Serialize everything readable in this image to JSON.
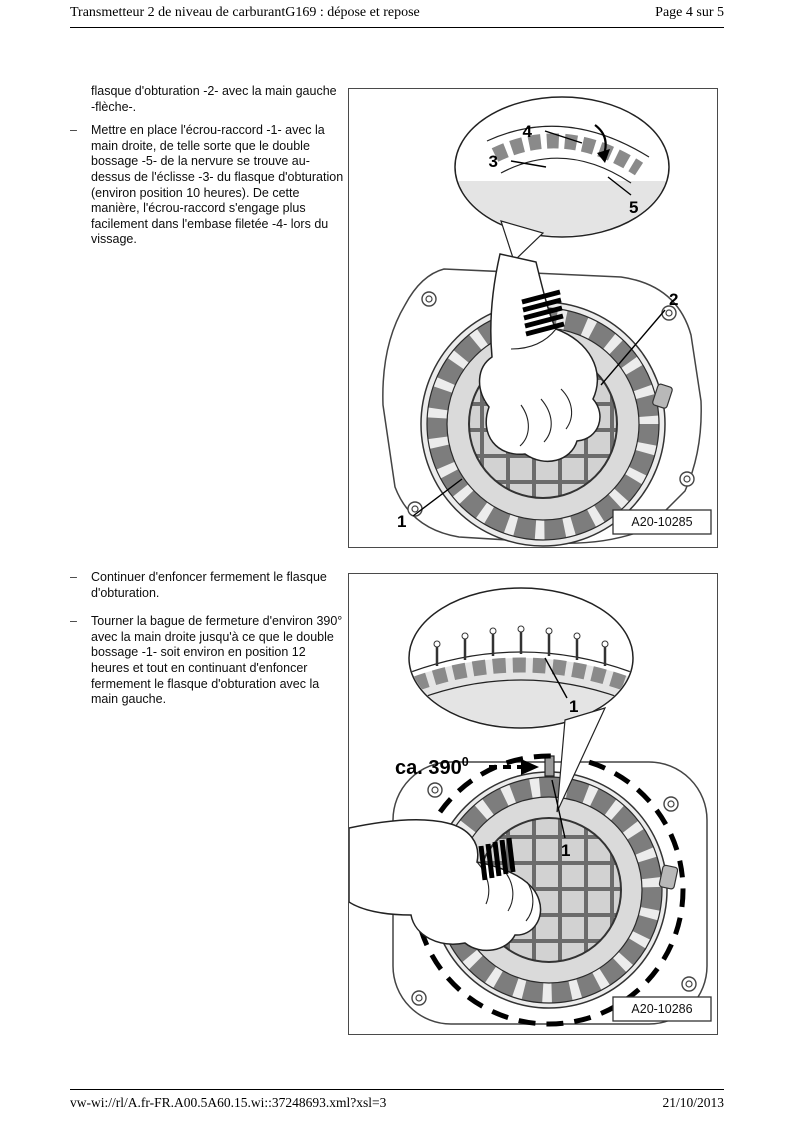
{
  "colors": {
    "ink": "#111111",
    "figure_shade": "#d8d8d8"
  },
  "header": {
    "title": "Transmetteur 2 de niveau de carburantG169 : dépose et repose",
    "page_indicator": "Page 4 sur 5"
  },
  "content": {
    "bullet": "–",
    "continuation_paragraph": "flasque d'obturation -2- avec la main gauche -flèche-.",
    "section1_items": [
      "Mettre en place l'écrou-raccord -1- avec la main droite, de telle sorte que le double bossage -5- de la nervure se trouve au-dessus de l'éclisse -3- du flasque d'obturation (environ position 10 heures). De cette manière, l'écrou-raccord s'engage plus facilement dans l'embase filetée -4- lors du vissage."
    ],
    "section2_items": [
      "Continuer d'enfoncer fermement le flasque d'obturation.",
      "Tourner la bague de fermeture d'environ 390° avec la main droite jusqu'à ce que le double bossage -1- soit environ en position 12 heures et tout en continuant d'enfoncer fermement le flasque d'obturation avec la main gauche."
    ]
  },
  "figure1": {
    "label": "A20-10285",
    "callouts": {
      "c1": "1",
      "c2": "2",
      "c3": "3",
      "c4": "4",
      "c5": "5"
    }
  },
  "figure2": {
    "label": "A20-10286",
    "annotation": {
      "value": "ca. 390",
      "sup": "0"
    },
    "callouts": {
      "inset_1": "1",
      "main_1": "1"
    }
  },
  "footer": {
    "source": "vw-wi://rl/A.fr-FR.A00.5A60.15.wi::37248693.xml?xsl=3",
    "date": "21/10/2013"
  }
}
